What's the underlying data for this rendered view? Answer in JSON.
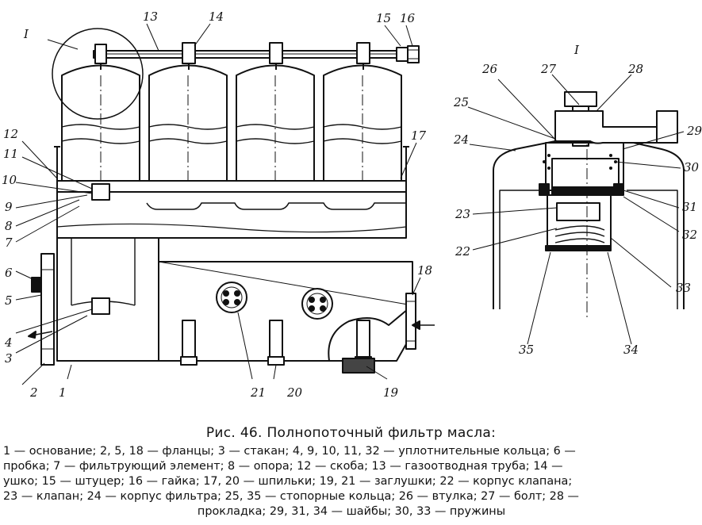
{
  "figure": {
    "title": "Рис. 46. Полнопоточный фильтр масла:",
    "view_label": "I",
    "callouts": [
      "1",
      "2",
      "3",
      "4",
      "5",
      "6",
      "7",
      "8",
      "9",
      "10",
      "11",
      "12",
      "13",
      "14",
      "15",
      "16",
      "17",
      "18",
      "19",
      "20",
      "21",
      "22",
      "23",
      "24",
      "25",
      "26",
      "27",
      "28",
      "29",
      "30",
      "31",
      "32",
      "33",
      "34",
      "35"
    ],
    "legend_lines": [
      "1 — основание; 2, 5, 18 — фланцы; 3 — стакан; 4, 9, 10, 11, 32 — уплотнительные кольца; 6 —",
      "пробка; 7 — фильтрующий элемент; 8 — опора; 12 — скоба; 13 — газоотводная труба; 14 —",
      "ушко; 15 — штуцер; 16 — гайка; 17, 20 — шпильки; 19, 21 — заглушки; 22 — корпус клапана;",
      "23 — клапан; 24 — корпус фильтра; 25, 35 — стопорные кольца; 26 — втулка; 27 — болт; 28 —",
      "прокладка; 29, 31, 34 — шайбы; 30, 33 — пружины"
    ]
  }
}
